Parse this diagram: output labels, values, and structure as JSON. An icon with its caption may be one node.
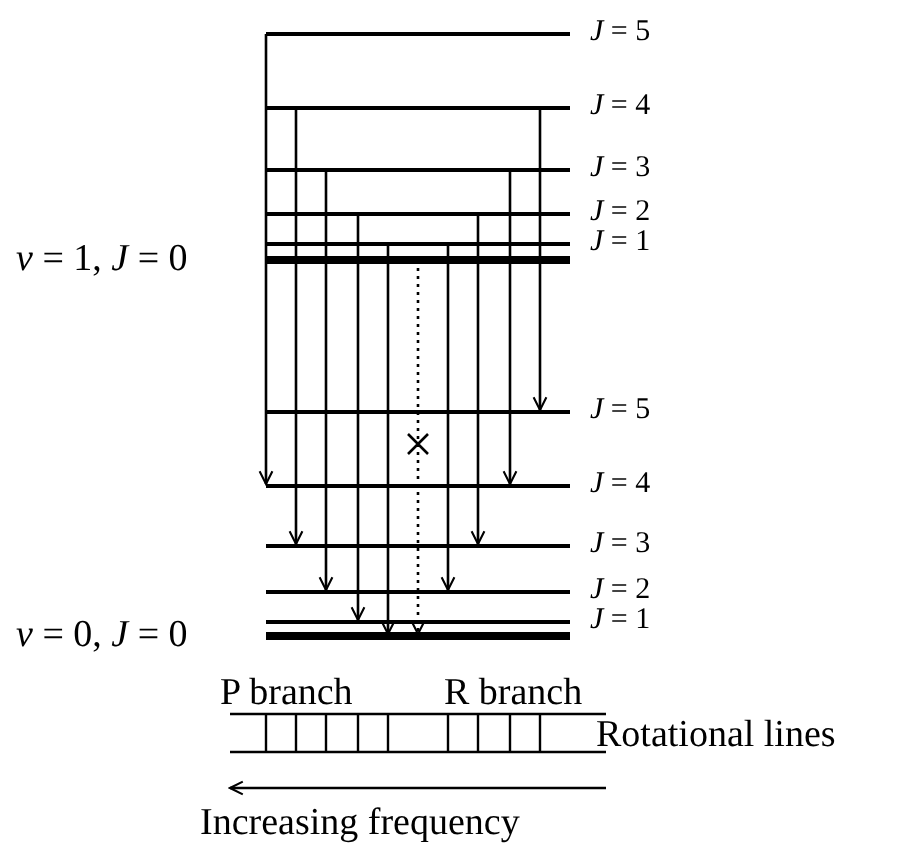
{
  "diagram": {
    "nodes": [
      {
        "text": [
          "*J* = 5"
        ]
      },
      {
        "text": [
          "*J* = 4"
        ]
      },
      {
        "text": [
          "*J* = 3"
        ]
      },
      {
        "text": [
          "*J* = 2"
        ]
      },
      {
        "text": [
          "*J* = 1"
        ]
      },
      {
        "text": [
          "*v* = 1, *J* = 0"
        ]
      },
      {
        "text": [
          "*J* = 5"
        ]
      },
      {
        "text": [
          "*J* = 4"
        ]
      },
      {
        "text": [
          "*J* = 3"
        ]
      },
      {
        "text": [
          "*J* = 2"
        ]
      },
      {
        "text": [
          "*J* = 1"
        ]
      },
      {
        "text": [
          "*v* = 0, *J* = 0"
        ]
      }
    ],
    "edges": [
      {
        "from": 0,
        "to": 7,
        "arrow": "to"
      },
      {
        "from": 1,
        "to": 8,
        "arrow": "to"
      },
      {
        "from": 2,
        "to": 9,
        "arrow": "to"
      },
      {
        "from": 3,
        "to": 10,
        "arrow": "to"
      },
      {
        "from": 4,
        "to": 11,
        "arrow": "to"
      },
      {
        "from": 5,
        "to": 11,
        "arrow": "to",
        "style": "dashed"
      },
      {
        "from": 4,
        "to": 9,
        "arrow": "to"
      },
      {
        "from": 3,
        "to": 8,
        "arrow": "to"
      },
      {
        "from": 2,
        "to": 7,
        "arrow": "to"
      },
      {
        "from": 1,
        "to": 6,
        "arrow": "to"
      }
    ],
    "labels": [
      "P branch",
      "R branch",
      "Rotational lines",
      "Increasing frequency"
    ]
  }
}
